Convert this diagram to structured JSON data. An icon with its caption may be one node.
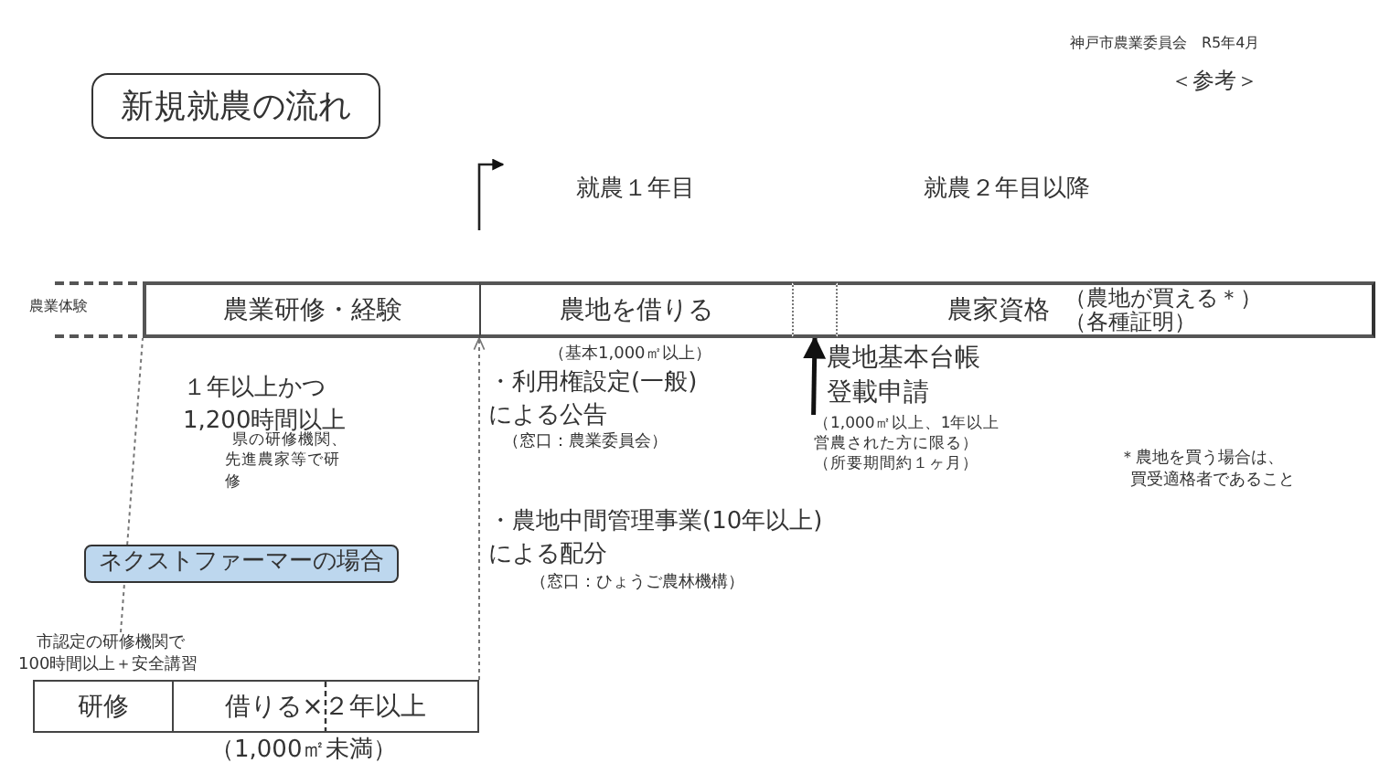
{
  "diagram": {
    "nodes": [
      {
        "text": [
          "新規就農の流れ"
        ]
      },
      {
        "text": [
          "農業研修・経験"
        ]
      },
      {
        "text": [
          "農地を借りる"
        ],
        "beside": [
          "（基本1,000㎡以上）"
        ]
      },
      {
        "text": [],
        "shape": "box"
      },
      {
        "text": [
          "農家資格",
          "（農地が買える＊）",
          "（各種証明）"
        ]
      },
      {
        "text": [
          "農地基本台帳登載申請"
        ],
        "beside": [
          "（1,000㎡以上、1年以上営農された方に限る）",
          "（所要期間約１ヶ月）"
        ]
      },
      {
        "text": [
          "ネクストファーマーの場合"
        ]
      },
      {
        "text": [
          "研修"
        ]
      },
      {
        "text": [
          "借りる×２年以上"
        ]
      },
      {
        "text": [
          "市認定の研修機関で100時間以上＋安全講習"
        ]
      }
    ],
    "edges": [
      {
        "from": 5,
        "to": 3,
        "arrow": "to",
        "style": "thick",
        "color": "#111111"
      },
      {
        "from": 9,
        "to": 1,
        "arrow": "none",
        "style": "dashed"
      },
      {
        "from": 8,
        "to": 2,
        "arrow": "to",
        "style": "dashed"
      }
    ],
    "labels": [
      "神戸市農業委員会　R5年4月",
      "＜参考＞",
      "就農１年目",
      "就農２年目以降",
      "農業体験",
      "１年以上かつ1,200時間以上",
      "県の研修機関、先進農家等で研修",
      "・利用権設定(一般)による公告",
      "（窓口：農業委員会）",
      "・農地中間管理事業(10年以上)による配分",
      "（窓口：ひょうご農林機構）",
      "＊農地を買う場合は、買受適格者であること",
      "（1,000㎡未満）"
    ]
  }
}
